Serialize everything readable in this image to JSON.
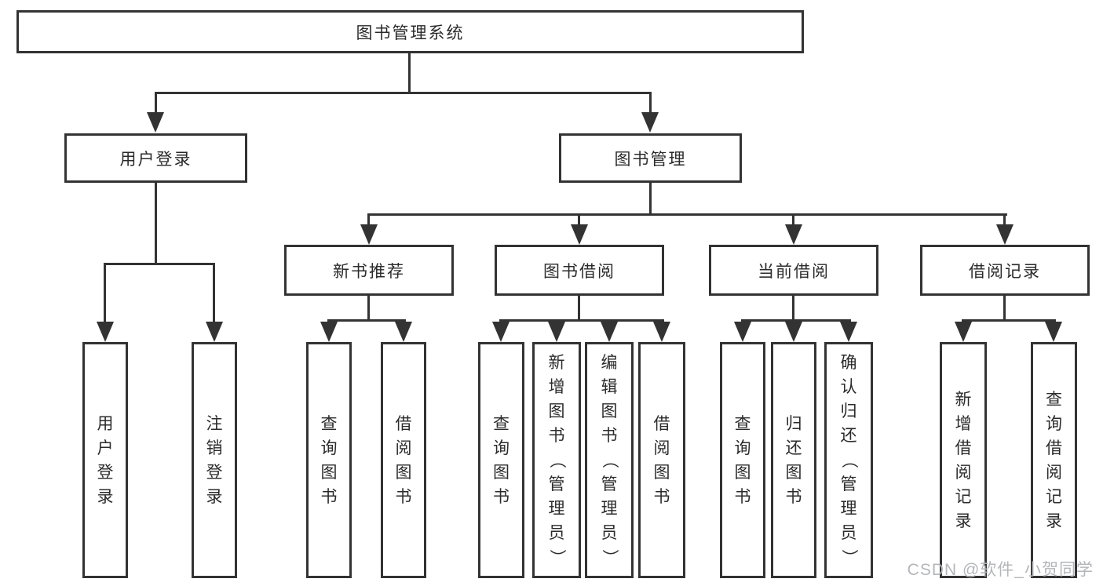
{
  "colors": {
    "line": "#333333",
    "text": "#2b2b2b",
    "box_bg": "#ffffff",
    "watermark": "#b4b6b9"
  },
  "watermark": {
    "text": "CSDN @软件_小贺同学"
  },
  "tree": {
    "root": {
      "label": "图书管理系统"
    },
    "branches": [
      {
        "label": "用户登录",
        "children": [
          {
            "label": "用户登录"
          },
          {
            "label": "注销登录"
          }
        ]
      },
      {
        "label": "图书管理",
        "children": [
          {
            "label": "新书推荐",
            "children": [
              {
                "label": "查询图书"
              },
              {
                "label": "借阅图书"
              }
            ]
          },
          {
            "label": "图书借阅",
            "children": [
              {
                "label": "查询图书"
              },
              {
                "label": "新增图书（管理员）"
              },
              {
                "label": "编辑图书（管理员）"
              },
              {
                "label": "借阅图书"
              }
            ]
          },
          {
            "label": "当前借阅",
            "children": [
              {
                "label": "查询图书"
              },
              {
                "label": "归还图书"
              },
              {
                "label": "确认归还（管理员）"
              }
            ]
          },
          {
            "label": "借阅记录",
            "children": [
              {
                "label": "新增借阅记录"
              },
              {
                "label": "查询借阅记录"
              }
            ]
          }
        ]
      }
    ]
  }
}
